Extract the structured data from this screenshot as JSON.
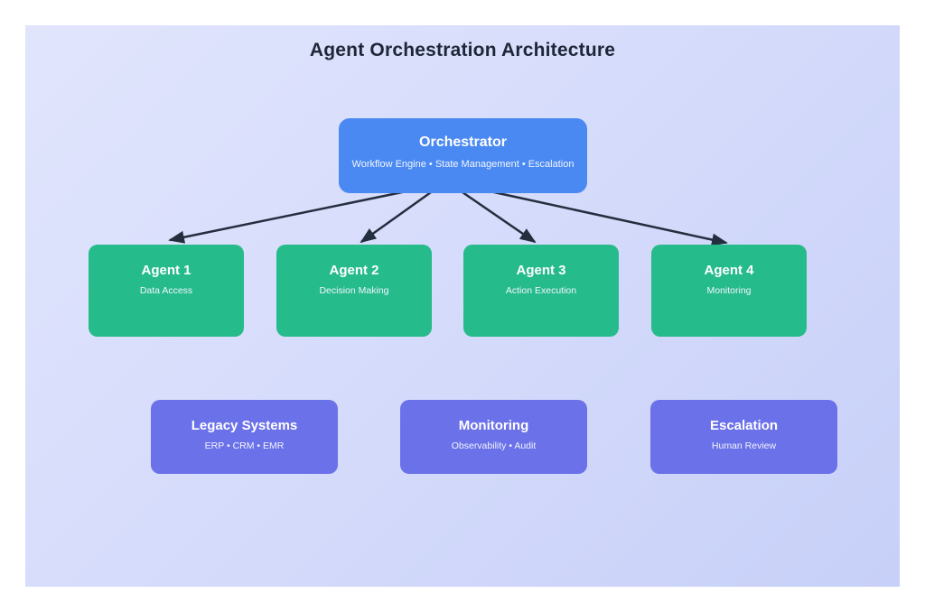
{
  "title": "Agent Orchestration Architecture",
  "orchestrator": {
    "title": "Orchestrator",
    "subtitle": "Workflow Engine • State Management • Escalation"
  },
  "agents": [
    {
      "title": "Agent 1",
      "subtitle": "Data Access"
    },
    {
      "title": "Agent 2",
      "subtitle": "Decision Making"
    },
    {
      "title": "Agent 3",
      "subtitle": "Action Execution"
    },
    {
      "title": "Agent 4",
      "subtitle": "Monitoring"
    }
  ],
  "systems": [
    {
      "title": "Legacy Systems",
      "subtitle": "ERP • CRM • EMR"
    },
    {
      "title": "Monitoring",
      "subtitle": "Observability • Audit"
    },
    {
      "title": "Escalation",
      "subtitle": "Human Review"
    }
  ],
  "colors": {
    "orchestrator_fill": "#4a89f2",
    "agent_fill": "#26bb8b",
    "system_fill": "#6b71e8",
    "arrow": "#232e3e",
    "title_text": "#1d2738",
    "node_text": "#ffffff",
    "canvas_gradient_start": "#e1e5fc",
    "canvas_gradient_end": "#c7d0f8",
    "page_background": "#ffffff"
  }
}
